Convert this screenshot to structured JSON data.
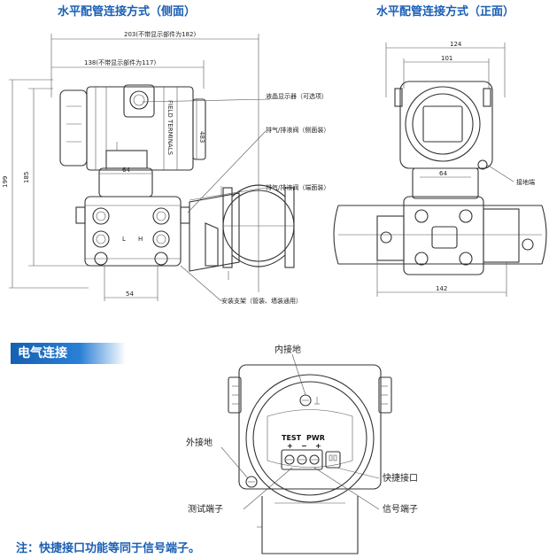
{
  "captions": {
    "side": "水平配管连接方式（侧面）",
    "front": "水平配管连接方式（正面）",
    "electrical": "电气连接"
  },
  "side_view": {
    "dim_203": "203(不带显示部件为182)",
    "dim_138": "138(不带显示部件为117)",
    "dim_199": "199",
    "dim_185": "185",
    "dim_64": "64",
    "dim_54": "54",
    "dim_483": "483",
    "terminal_text": "FIELD TERMINALS",
    "mark_l": "L",
    "mark_h": "H",
    "label_display": "液晶显示器（可选项）",
    "label_vent_side": "排气/排液阀（侧面装）",
    "label_vent_end": "排气/排液阀（端面装）",
    "label_bracket": "安装支架（管装、墙装通用）"
  },
  "front_view": {
    "dim_124": "124",
    "dim_101": "101",
    "dim_64": "64",
    "dim_142": "142",
    "label_ground": "接地端"
  },
  "electrical": {
    "label_internal_ground": "内接地",
    "label_external_ground": "外接地",
    "label_quick_port": "快捷接口",
    "label_test_terminal": "测试端子",
    "label_signal_terminal": "信号端子",
    "test_label": "TEST",
    "pwr_label": "PWR",
    "plus": "+",
    "minus": "−"
  },
  "footnote": "注：快捷接口功能等同于信号端子。"
}
